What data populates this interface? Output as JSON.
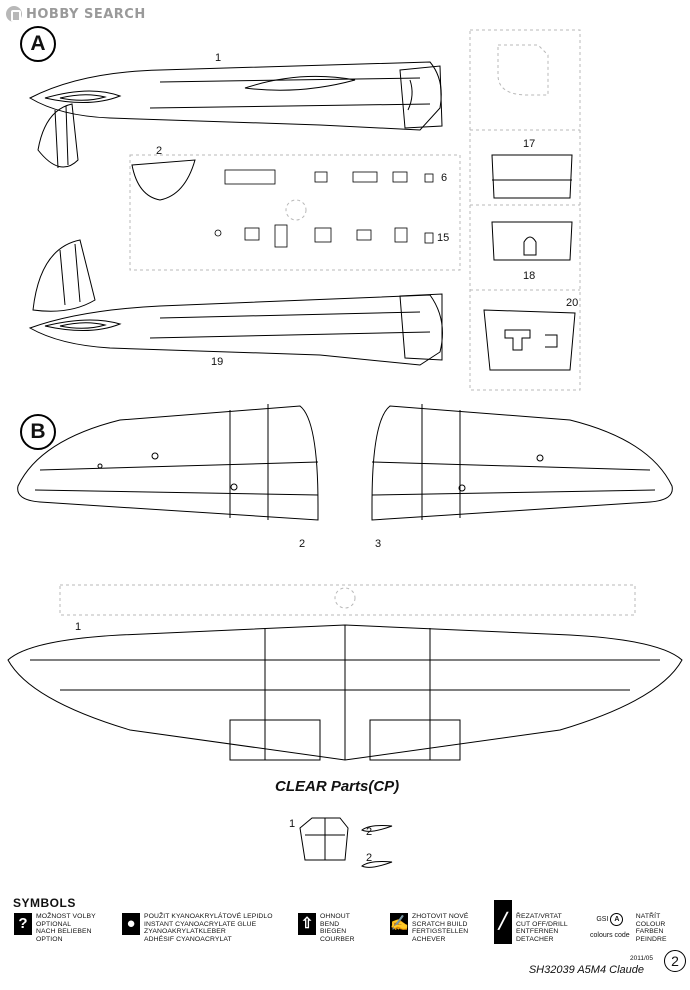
{
  "watermark": "HOBBY SEARCH",
  "sections": {
    "a": "A",
    "b": "B"
  },
  "part_numbers": {
    "fuselage_left": "1",
    "fuselage_right": "19",
    "p2": "2",
    "p6": "6",
    "p15": "15",
    "p17": "17",
    "p18": "18",
    "p20": "20",
    "wing_left": "2",
    "wing_right": "3",
    "wing_lower": "1",
    "cp1": "1",
    "cp2a": "2",
    "cp2b": "2"
  },
  "clear_title": "CLEAR Parts(CP)",
  "symbols_title": "SYMBOLS",
  "symbols": [
    {
      "icon": "question-icon",
      "glyph": "?",
      "lines": [
        "MOŽNOST VOLBY",
        "OPTIONAL",
        "NACH BELIEBEN",
        "OPTION"
      ]
    },
    {
      "icon": "glue-drop-icon",
      "glyph": "●",
      "lines": [
        "POUŽIT KYANOAKRYLÁTOVÉ LEPIDLO",
        "INSTANT CYANOACRYLATE GLUE",
        "ZYANOAKRYLATKLEBER",
        "ADHÉSIF CYANOACRYLAT"
      ]
    },
    {
      "icon": "bend-icon",
      "glyph": "⇧",
      "lines": [
        "OHNOUT",
        "BEND",
        "BIEGEN",
        "COURBER"
      ]
    },
    {
      "icon": "scratch-build-icon",
      "glyph": "✍",
      "lines": [
        "ZHOTOVIT NOVÉ",
        "SCRATCH BUILD",
        "FERTIGSTELLEN",
        "ACHEVER"
      ]
    },
    {
      "icon": "cut-off-icon",
      "glyph": "╱",
      "lines": [
        "ŘEZAT/VRTAT",
        "CUT OFF/DRILL",
        "ENTFERNEN",
        "DETACHER"
      ]
    },
    {
      "icon": "colour-icon",
      "glyph": "A",
      "lines": [
        "NATŘÍT",
        "COLOUR",
        "FARBEN",
        "PEINDRE"
      ]
    }
  ],
  "gsi_label": "GSI",
  "colours_code": "colours code",
  "date": "2011/05",
  "footer": "SH32039  A5M4 Claude",
  "page_number": "2"
}
